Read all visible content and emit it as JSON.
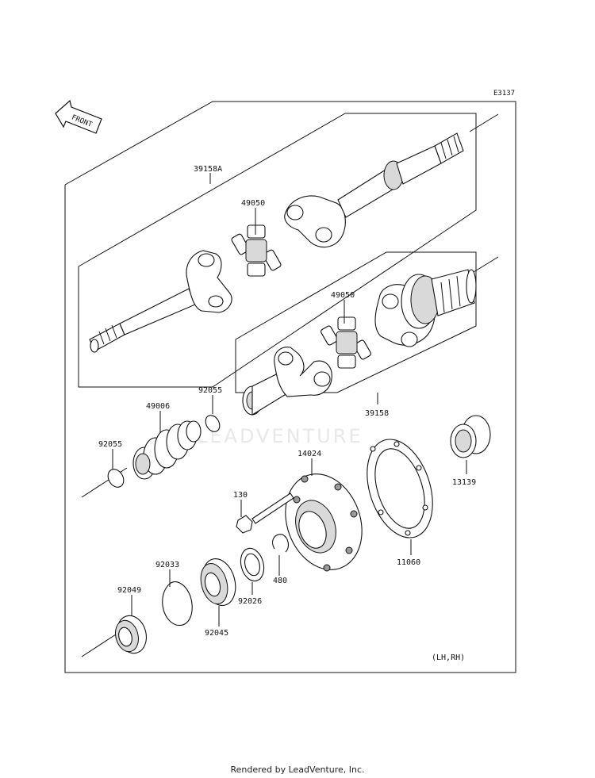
{
  "diagram_code": "E3137",
  "front_label": "FRONT",
  "watermark": "LEADVENTURE",
  "variant_note": "(LH,RH)",
  "footer": "Rendered by LeadVenture, Inc.",
  "parts": {
    "shaft_assy_outer": "39158A",
    "joint_upper": "49050",
    "joint_lower": "49050",
    "shaft_assy_inner": "39158",
    "boot": "49006",
    "ring_upper": "92055",
    "ring_left": "92055",
    "housing": "14024",
    "gasket": "11060",
    "collar": "13139",
    "bolt": "130",
    "circlip": "480",
    "spacer": "92026",
    "snap_ring": "92033",
    "bearing": "92045",
    "oil_seal": "92049"
  }
}
